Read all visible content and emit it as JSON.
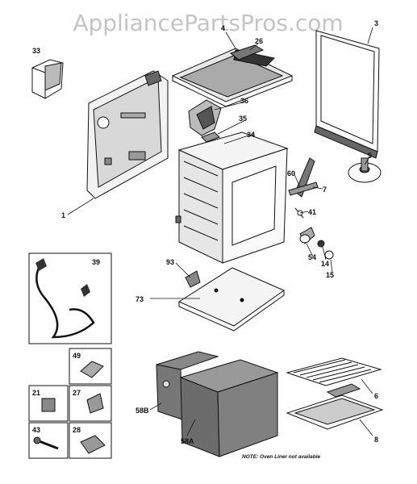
{
  "watermark": "AppliancePartsPros.com",
  "header_fragment": "",
  "callouts": {
    "c1": "1",
    "c3": "3",
    "c4": "4",
    "c5": "5",
    "c6": "6",
    "c7": "7",
    "c8": "8",
    "c14": "14",
    "c15": "15",
    "c21": "21",
    "c26": "26",
    "c27": "27",
    "c28": "28",
    "c33": "33",
    "c34": "34",
    "c35": "35",
    "c36": "36",
    "c39": "39",
    "c41": "41",
    "c43": "43",
    "c49": "49",
    "c54": "54",
    "c58a": "58A",
    "c58b": "58B",
    "c60": "60",
    "c73": "73",
    "c93": "93"
  },
  "note": "NOTE: Oven Liner not available"
}
